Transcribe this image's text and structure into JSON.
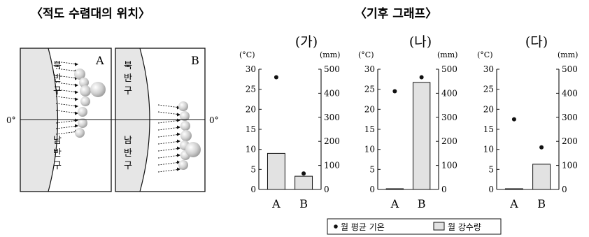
{
  "headers": {
    "left": "〈적도 수렴대의 위치〉",
    "right": "〈기후 그래프〉"
  },
  "map": {
    "panels": [
      {
        "label": "A",
        "north": "북반구",
        "south": "남반구"
      },
      {
        "label": "B",
        "north": "북반구",
        "south": "남반구"
      }
    ],
    "equator_left": "0°",
    "equator_right": "0°"
  },
  "legend": {
    "temp": "월 평균 기온",
    "precip": "월 강수량"
  },
  "colors": {
    "bar_fill": "#e2e2e2",
    "land_fill": "#e6e6e6",
    "ink": "#111111"
  },
  "chart_data": [
    {
      "type": "bar",
      "title": "(가)",
      "categories": [
        "A",
        "B"
      ],
      "temperature": [
        28,
        4
      ],
      "precipitation": [
        150,
        55
      ],
      "left_unit": "(°C)",
      "right_unit": "(mm)",
      "left_ticks": [
        "0",
        "5",
        "10",
        "15",
        "20",
        "25",
        "30"
      ],
      "right_ticks": [
        "0",
        "100",
        "200",
        "300",
        "400",
        "500"
      ],
      "left_ylim": [
        0,
        30
      ],
      "right_ylim": [
        0,
        500
      ]
    },
    {
      "type": "bar",
      "title": "(나)",
      "categories": [
        "A",
        "B"
      ],
      "temperature": [
        24.5,
        28
      ],
      "precipitation": [
        3,
        445
      ],
      "left_unit": "(°C)",
      "right_unit": "(mm)",
      "left_ticks": [
        "0",
        "5",
        "10",
        "15",
        "20",
        "25",
        "30"
      ],
      "right_ticks": [
        "0",
        "100",
        "200",
        "300",
        "400",
        "500"
      ],
      "left_ylim": [
        0,
        30
      ],
      "right_ylim": [
        0,
        500
      ]
    },
    {
      "type": "bar",
      "title": "(다)",
      "categories": [
        "A",
        "B"
      ],
      "temperature": [
        17.5,
        10.5
      ],
      "precipitation": [
        3,
        105
      ],
      "left_unit": "(°C)",
      "right_unit": "(mm)",
      "left_ticks": [
        "0",
        "5",
        "10",
        "15",
        "20",
        "25",
        "30"
      ],
      "right_ticks": [
        "0",
        "100",
        "200",
        "300",
        "400",
        "500"
      ],
      "left_ylim": [
        0,
        30
      ],
      "right_ylim": [
        0,
        500
      ]
    }
  ]
}
